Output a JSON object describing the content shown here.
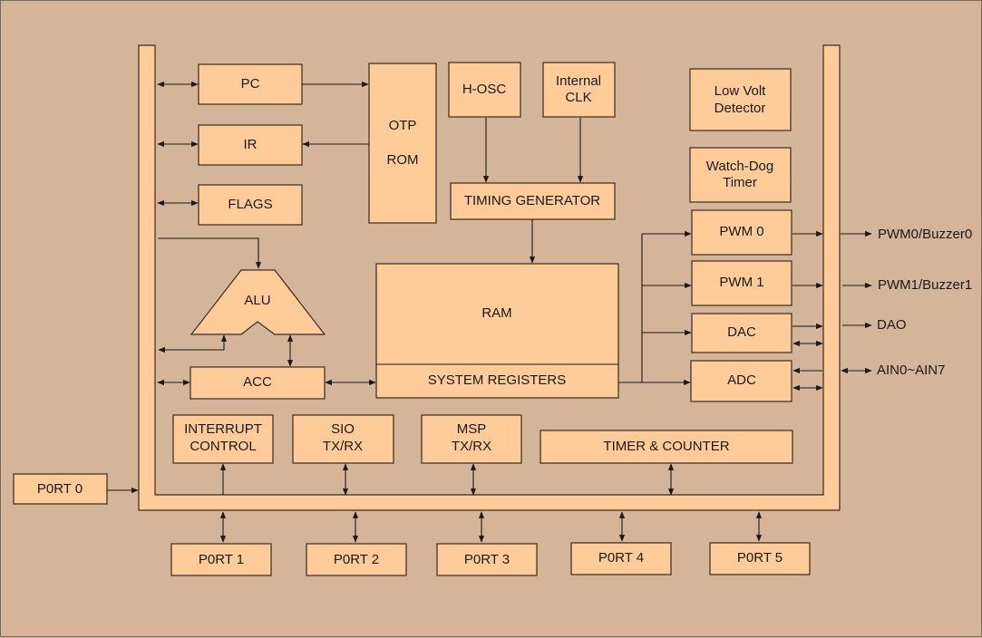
{
  "diagram": {
    "blocks": {
      "pc": "PC",
      "ir": "IR",
      "flags": "FLAGS",
      "otp_rom_line1": "OTP",
      "otp_rom_line2": "ROM",
      "hosc": "H-OSC",
      "internal_clk_line1": "Internal",
      "internal_clk_line2": "CLK",
      "low_volt_line1": "Low Volt",
      "low_volt_line2": "Detector",
      "watchdog_line1": "Watch-Dog",
      "watchdog_line2": "Timer",
      "timing_generator": "TIMING GENERATOR",
      "alu": "ALU",
      "acc": "ACC",
      "ram": "RAM",
      "system_registers": "SYSTEM REGISTERS",
      "pwm0": "PWM 0",
      "pwm1": "PWM 1",
      "dac": "DAC",
      "adc": "ADC",
      "interrupt_line1": "INTERRUPT",
      "interrupt_line2": "CONTROL",
      "sio_line1": "SIO",
      "sio_line2": "TX/RX",
      "msp_line1": "MSP",
      "msp_line2": "TX/RX",
      "timer_counter": "TIMER & COUNTER",
      "port0": "P0RT 0",
      "port1": "P0RT 1",
      "port2": "P0RT 2",
      "port3": "P0RT 3",
      "port4": "P0RT 4",
      "port5": "P0RT 5"
    },
    "outputs": {
      "pwm0_out": "PWM0/Buzzer0",
      "pwm1_out": "PWM1/Buzzer1",
      "dao": "DAO",
      "ain": "AIN0~AIN7"
    },
    "colors": {
      "background": "#d4b59a",
      "block_fill": "#ffcc99",
      "line": "#1a1a1a"
    }
  }
}
